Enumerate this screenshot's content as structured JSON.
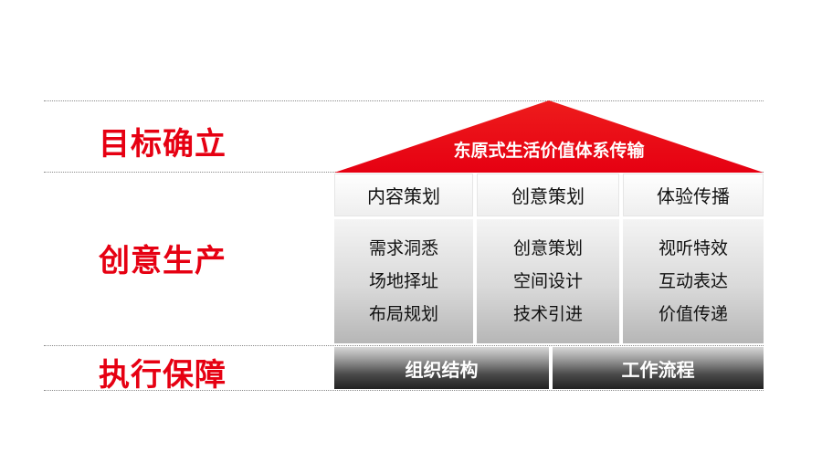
{
  "colors": {
    "accent_red": "#e60012",
    "label_red": "#e60012",
    "roof_red": "#e60012",
    "cell_text": "#111111",
    "exec_text": "#ffffff"
  },
  "rows": {
    "goal": "目标确立",
    "creative": "创意生产",
    "execution": "执行保障"
  },
  "roof": {
    "title": "东原式生活价值体系传输"
  },
  "columns": [
    {
      "header": "内容策划",
      "items": [
        "需求洞悉",
        "场地择址",
        "布局规划"
      ]
    },
    {
      "header": "创意策划",
      "items": [
        "创意策划",
        "空间设计",
        "技术引进"
      ]
    },
    {
      "header": "体验传播",
      "items": [
        "视听特效",
        "互动表达",
        "价值传递"
      ]
    }
  ],
  "execution": [
    "组织结构",
    "工作流程"
  ]
}
